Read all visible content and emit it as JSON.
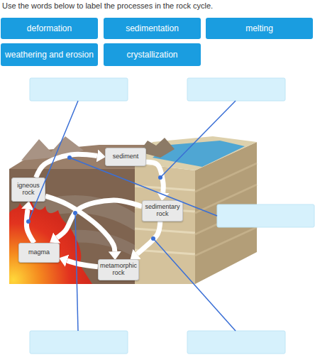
{
  "diagram": {
    "title": "Use the words below to label the processes in the rock cycle.",
    "nodes": [
      {
        "text": [
          "deformation"
        ]
      },
      {
        "text": [
          "sedimentation"
        ]
      },
      {
        "text": [
          "melting"
        ]
      },
      {
        "text": [
          "weathering and erosion"
        ]
      },
      {
        "text": [
          "crystallization"
        ]
      },
      {
        "text": [
          "sediment"
        ]
      },
      {
        "text": [
          "igneous rock"
        ]
      },
      {
        "text": [
          "sedimentary rock"
        ]
      },
      {
        "text": [
          "magma"
        ]
      },
      {
        "text": [
          "metamorphic rock"
        ]
      }
    ],
    "edges": [
      {
        "from": 6,
        "to": 5,
        "arrow": "to"
      },
      {
        "from": 5,
        "to": 7,
        "arrow": "to"
      },
      {
        "from": 7,
        "to": 9,
        "arrow": "to"
      },
      {
        "from": 9,
        "to": 8,
        "arrow": "to"
      },
      {
        "from": 8,
        "to": 6,
        "arrow": "to"
      },
      {
        "from": 6,
        "to": 9,
        "arrow": "to"
      },
      {
        "from": 7,
        "to": 8,
        "arrow": "to"
      }
    ]
  }
}
